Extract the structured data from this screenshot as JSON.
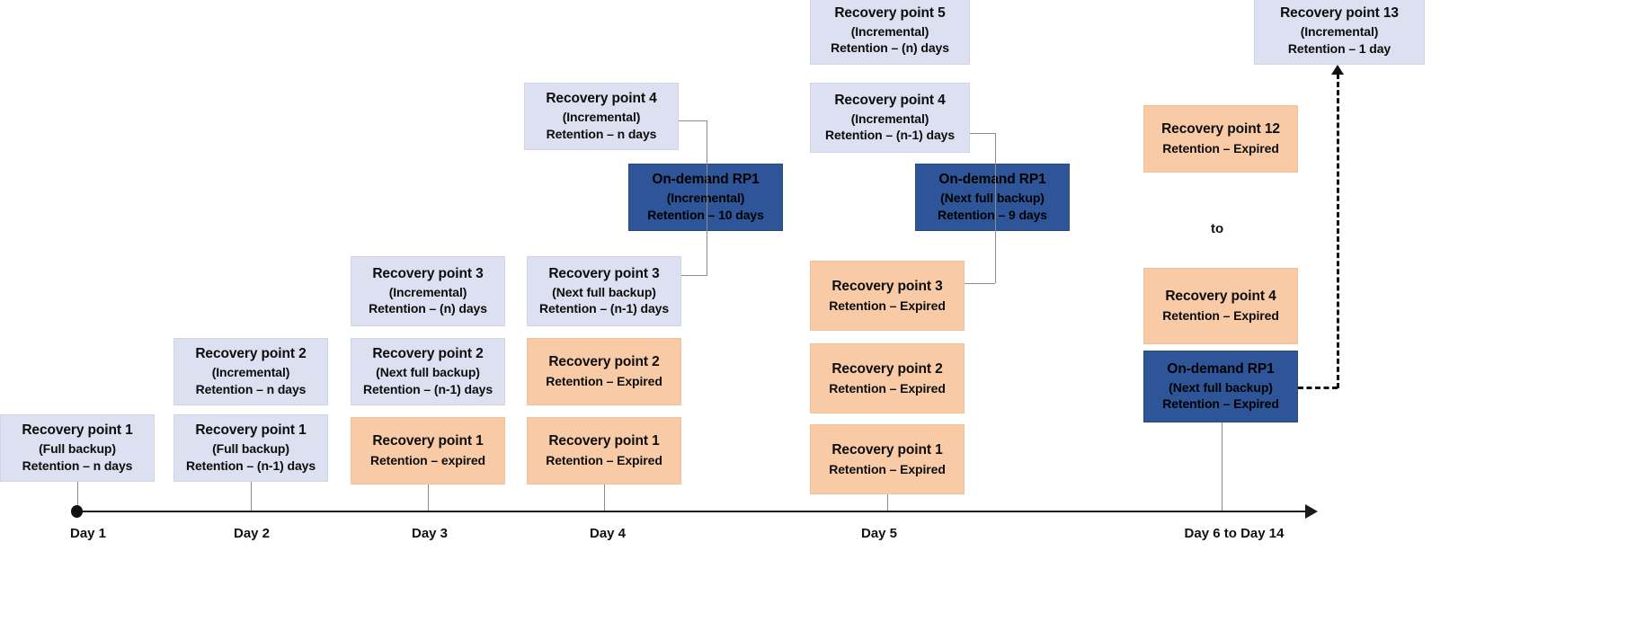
{
  "diagram": {
    "title": "Backup recovery point retention timeline",
    "colors": {
      "blue_card": "#dce0f0",
      "orange_card": "#f8cba6",
      "navy_card": "#2e5597",
      "axis": "#1a1a1a",
      "connector": "#8c8c8c"
    },
    "to_label": "to"
  },
  "timeline": {
    "ticks": [
      {
        "label": "Day 1"
      },
      {
        "label": "Day 2"
      },
      {
        "label": "Day 3"
      },
      {
        "label": "Day 4"
      },
      {
        "label": "Day 5"
      },
      {
        "label": "Day 6 to Day 14"
      }
    ]
  },
  "cards": {
    "d1_rp1": {
      "title": "Recovery point 1",
      "type": "(Full backup)",
      "retention": "Retention – n days"
    },
    "d2_rp2": {
      "title": "Recovery point 2",
      "type": "(Incremental)",
      "retention": "Retention – n days"
    },
    "d2_rp1": {
      "title": "Recovery point 1",
      "type": "(Full backup)",
      "retention": "Retention – (n-1) days"
    },
    "d3_rp3": {
      "title": "Recovery point 3",
      "type": "(Incremental)",
      "retention": "Retention – (n) days"
    },
    "d3_rp2": {
      "title": "Recovery point 2",
      "type": "(Next full backup)",
      "retention": "Retention – (n-1) days"
    },
    "d3_rp1": {
      "title": "Recovery point 1",
      "retention": "Retention – expired"
    },
    "d4_rp4": {
      "title": "Recovery point 4",
      "type": "(Incremental)",
      "retention": "Retention – n days"
    },
    "d4_ond": {
      "title": "On-demand RP1",
      "type": "(Incremental)",
      "retention": "Retention – 10 days"
    },
    "d4_rp3": {
      "title": "Recovery point 3",
      "type": "(Next full backup)",
      "retention": "Retention – (n-1) days"
    },
    "d4_rp2": {
      "title": "Recovery point 2",
      "retention": "Retention – Expired"
    },
    "d4_rp1": {
      "title": "Recovery point 1",
      "retention": "Retention – Expired"
    },
    "d5_rp5": {
      "title": "Recovery point 5",
      "type": "(Incremental)",
      "retention": "Retention – (n) days"
    },
    "d5_rp4": {
      "title": "Recovery point 4",
      "type": "(Incremental)",
      "retention": "Retention – (n-1) days"
    },
    "d5_ond": {
      "title": "On-demand RP1",
      "type": "(Next full backup)",
      "retention": "Retention – 9 days"
    },
    "d5_rp3": {
      "title": "Recovery point 3",
      "retention": "Retention – Expired"
    },
    "d5_rp2": {
      "title": "Recovery point 2",
      "retention": "Retention – Expired"
    },
    "d5_rp1": {
      "title": "Recovery point 1",
      "retention": "Retention – Expired"
    },
    "d6_rp13": {
      "title": "Recovery point 13",
      "type": "(Incremental)",
      "retention": "Retention – 1 day"
    },
    "d6_rp12": {
      "title": "Recovery point 12",
      "retention": "Retention – Expired"
    },
    "d6_rp4": {
      "title": "Recovery point 4",
      "retention": "Retention – Expired"
    },
    "d6_ond": {
      "title": "On-demand RP1",
      "type": "(Next full backup)",
      "retention": "Retention – Expired"
    }
  }
}
